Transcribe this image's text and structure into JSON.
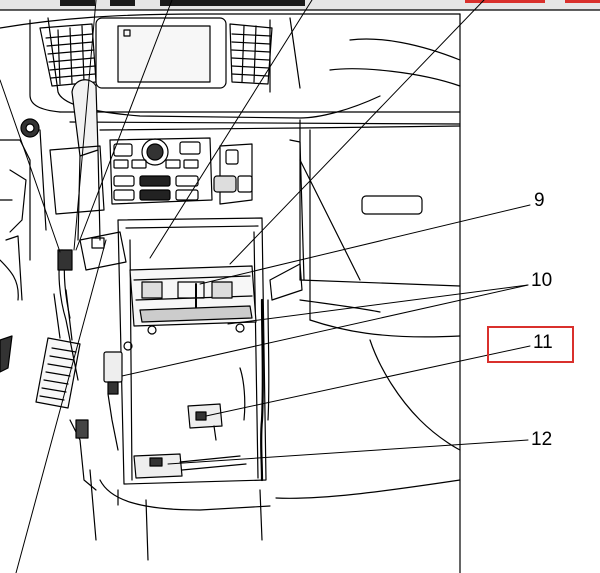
{
  "callouts": [
    {
      "id": "9",
      "label": "9"
    },
    {
      "id": "10",
      "label": "10"
    },
    {
      "id": "11",
      "label": "11"
    },
    {
      "id": "12",
      "label": "12"
    }
  ],
  "highlighted_callout": "11",
  "colors": {
    "line": "#000000",
    "highlight": "#d9302c",
    "background": "#ffffff",
    "panel_fill": "#f2f2f2",
    "dark_fill": "#1a1a1a"
  }
}
